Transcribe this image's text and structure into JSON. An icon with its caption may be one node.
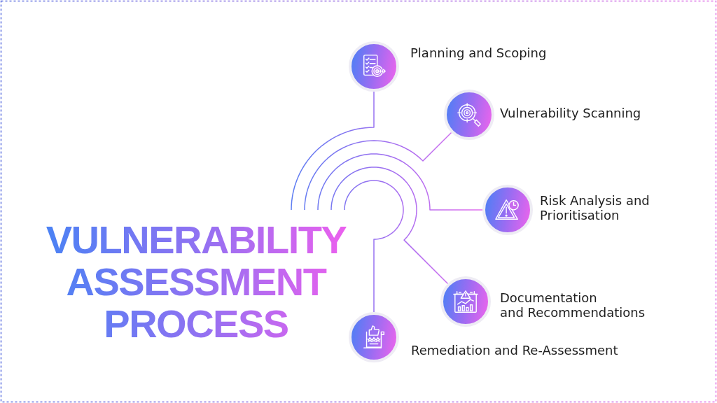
{
  "diagram": {
    "title": "VULNERABILITY ASSESSMENT PROCESS",
    "nodes": [
      {
        "text": [],
        "shape": "circle",
        "beside": [
          "Planning and Scoping"
        ]
      },
      {
        "text": [],
        "shape": "circle",
        "beside": [
          "Vulnerability Scanning"
        ]
      },
      {
        "text": [],
        "shape": "circle",
        "beside": [
          "Risk Analysis and Prioritisation"
        ]
      },
      {
        "text": [],
        "shape": "circle",
        "beside": [
          "Documentation and Recommendations"
        ]
      },
      {
        "text": [],
        "shape": "circle",
        "beside": [
          "Remediation and Re-Assessment"
        ]
      }
    ],
    "edges": [
      {
        "from": null,
        "to": 0,
        "arrow": "none"
      },
      {
        "from": null,
        "to": 1,
        "arrow": "none"
      },
      {
        "from": null,
        "to": 2,
        "arrow": "none"
      },
      {
        "from": null,
        "to": 3,
        "arrow": "none"
      },
      {
        "from": null,
        "to": 4,
        "arrow": "none"
      }
    ]
  }
}
